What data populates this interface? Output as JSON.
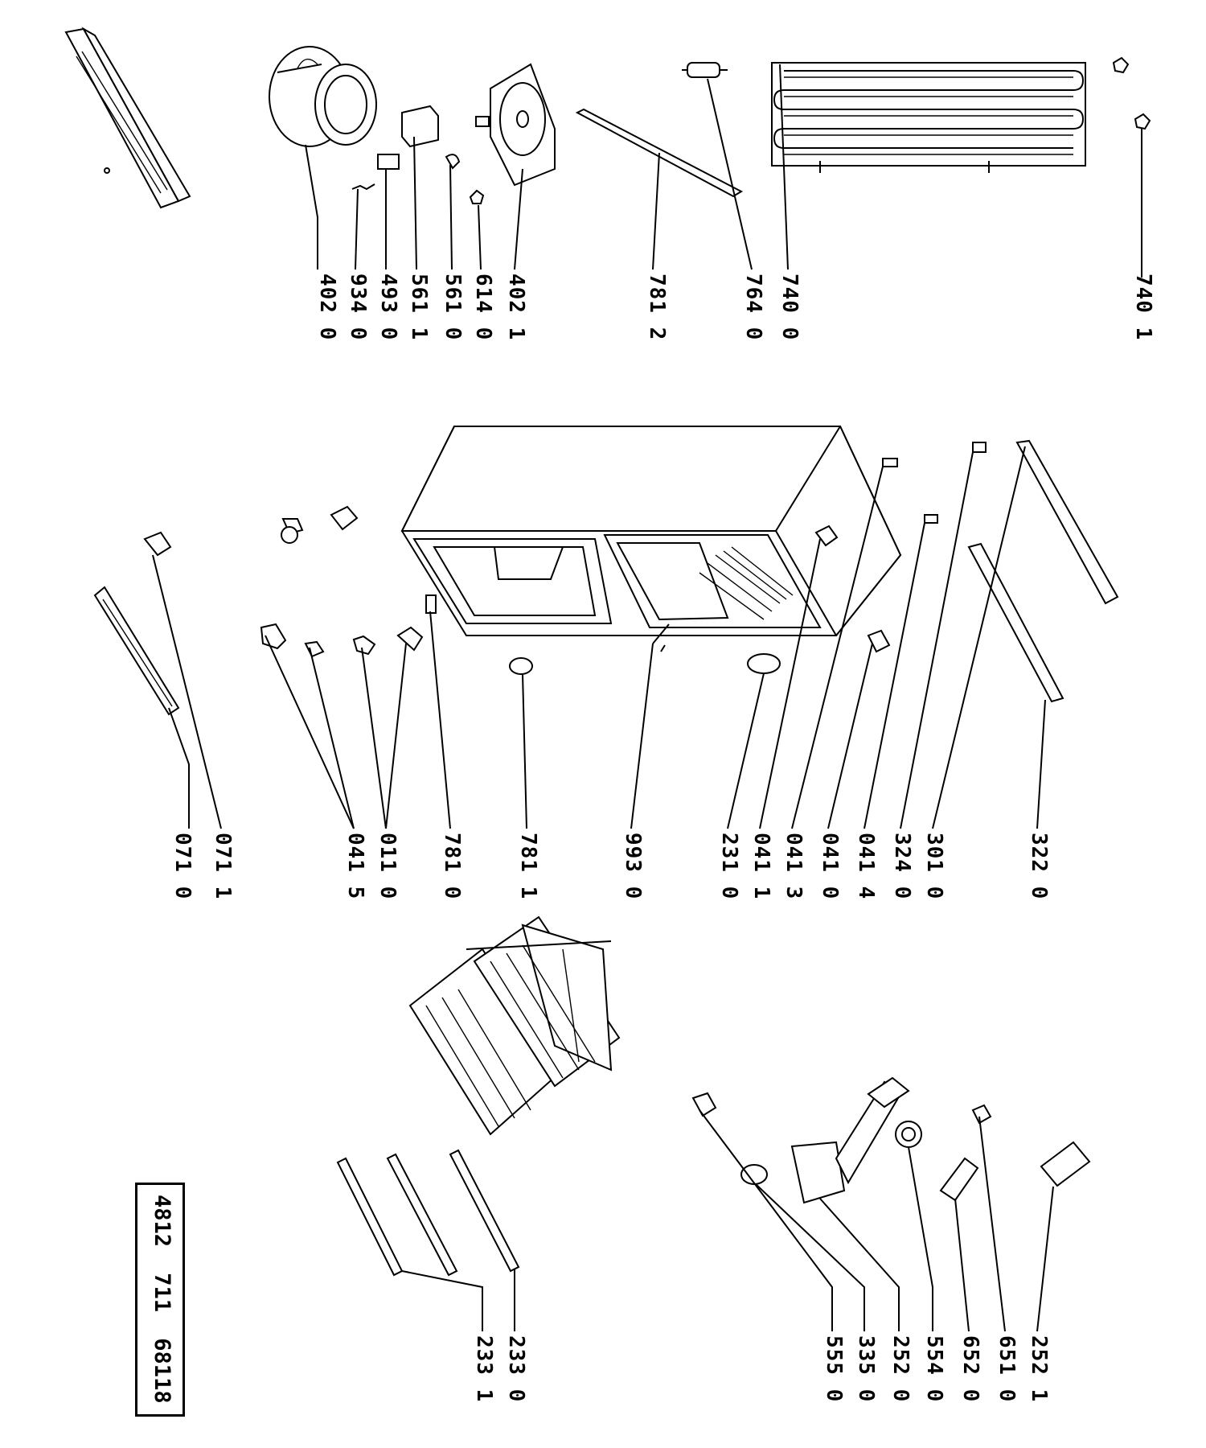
{
  "model_number": "4812 711 68118",
  "part_labels": [
    {
      "id": "p0",
      "text": "402 0"
    },
    {
      "id": "p1",
      "text": "934 0"
    },
    {
      "id": "p2",
      "text": "493 0"
    },
    {
      "id": "p3",
      "text": "561 1"
    },
    {
      "id": "p4",
      "text": "561 0"
    },
    {
      "id": "p5",
      "text": "614 0"
    },
    {
      "id": "p6",
      "text": "402 1"
    },
    {
      "id": "p7",
      "text": "781 2"
    },
    {
      "id": "p8",
      "text": "764 0"
    },
    {
      "id": "p9",
      "text": "740 0"
    },
    {
      "id": "p10",
      "text": "740 1"
    },
    {
      "id": "p11",
      "text": "071 0"
    },
    {
      "id": "p12",
      "text": "071 1"
    },
    {
      "id": "p13",
      "text": "041 5"
    },
    {
      "id": "p14",
      "text": "011 0"
    },
    {
      "id": "p15",
      "text": "781 0"
    },
    {
      "id": "p16",
      "text": "781 1"
    },
    {
      "id": "p17",
      "text": "993 0"
    },
    {
      "id": "p18",
      "text": "231 0"
    },
    {
      "id": "p19",
      "text": "041 1"
    },
    {
      "id": "p20",
      "text": "041 3"
    },
    {
      "id": "p21",
      "text": "041 0"
    },
    {
      "id": "p22",
      "text": "041 4"
    },
    {
      "id": "p23",
      "text": "324 0"
    },
    {
      "id": "p24",
      "text": "301 0"
    },
    {
      "id": "p25",
      "text": "322 0"
    },
    {
      "id": "p26",
      "text": "233 1"
    },
    {
      "id": "p27",
      "text": "233 0"
    },
    {
      "id": "p28",
      "text": "555 0"
    },
    {
      "id": "p29",
      "text": "335 0"
    },
    {
      "id": "p30",
      "text": "252 0"
    },
    {
      "id": "p31",
      "text": "554 0"
    },
    {
      "id": "p32",
      "text": "652 0"
    },
    {
      "id": "p33",
      "text": "651 0"
    },
    {
      "id": "p34",
      "text": "252 1"
    }
  ]
}
